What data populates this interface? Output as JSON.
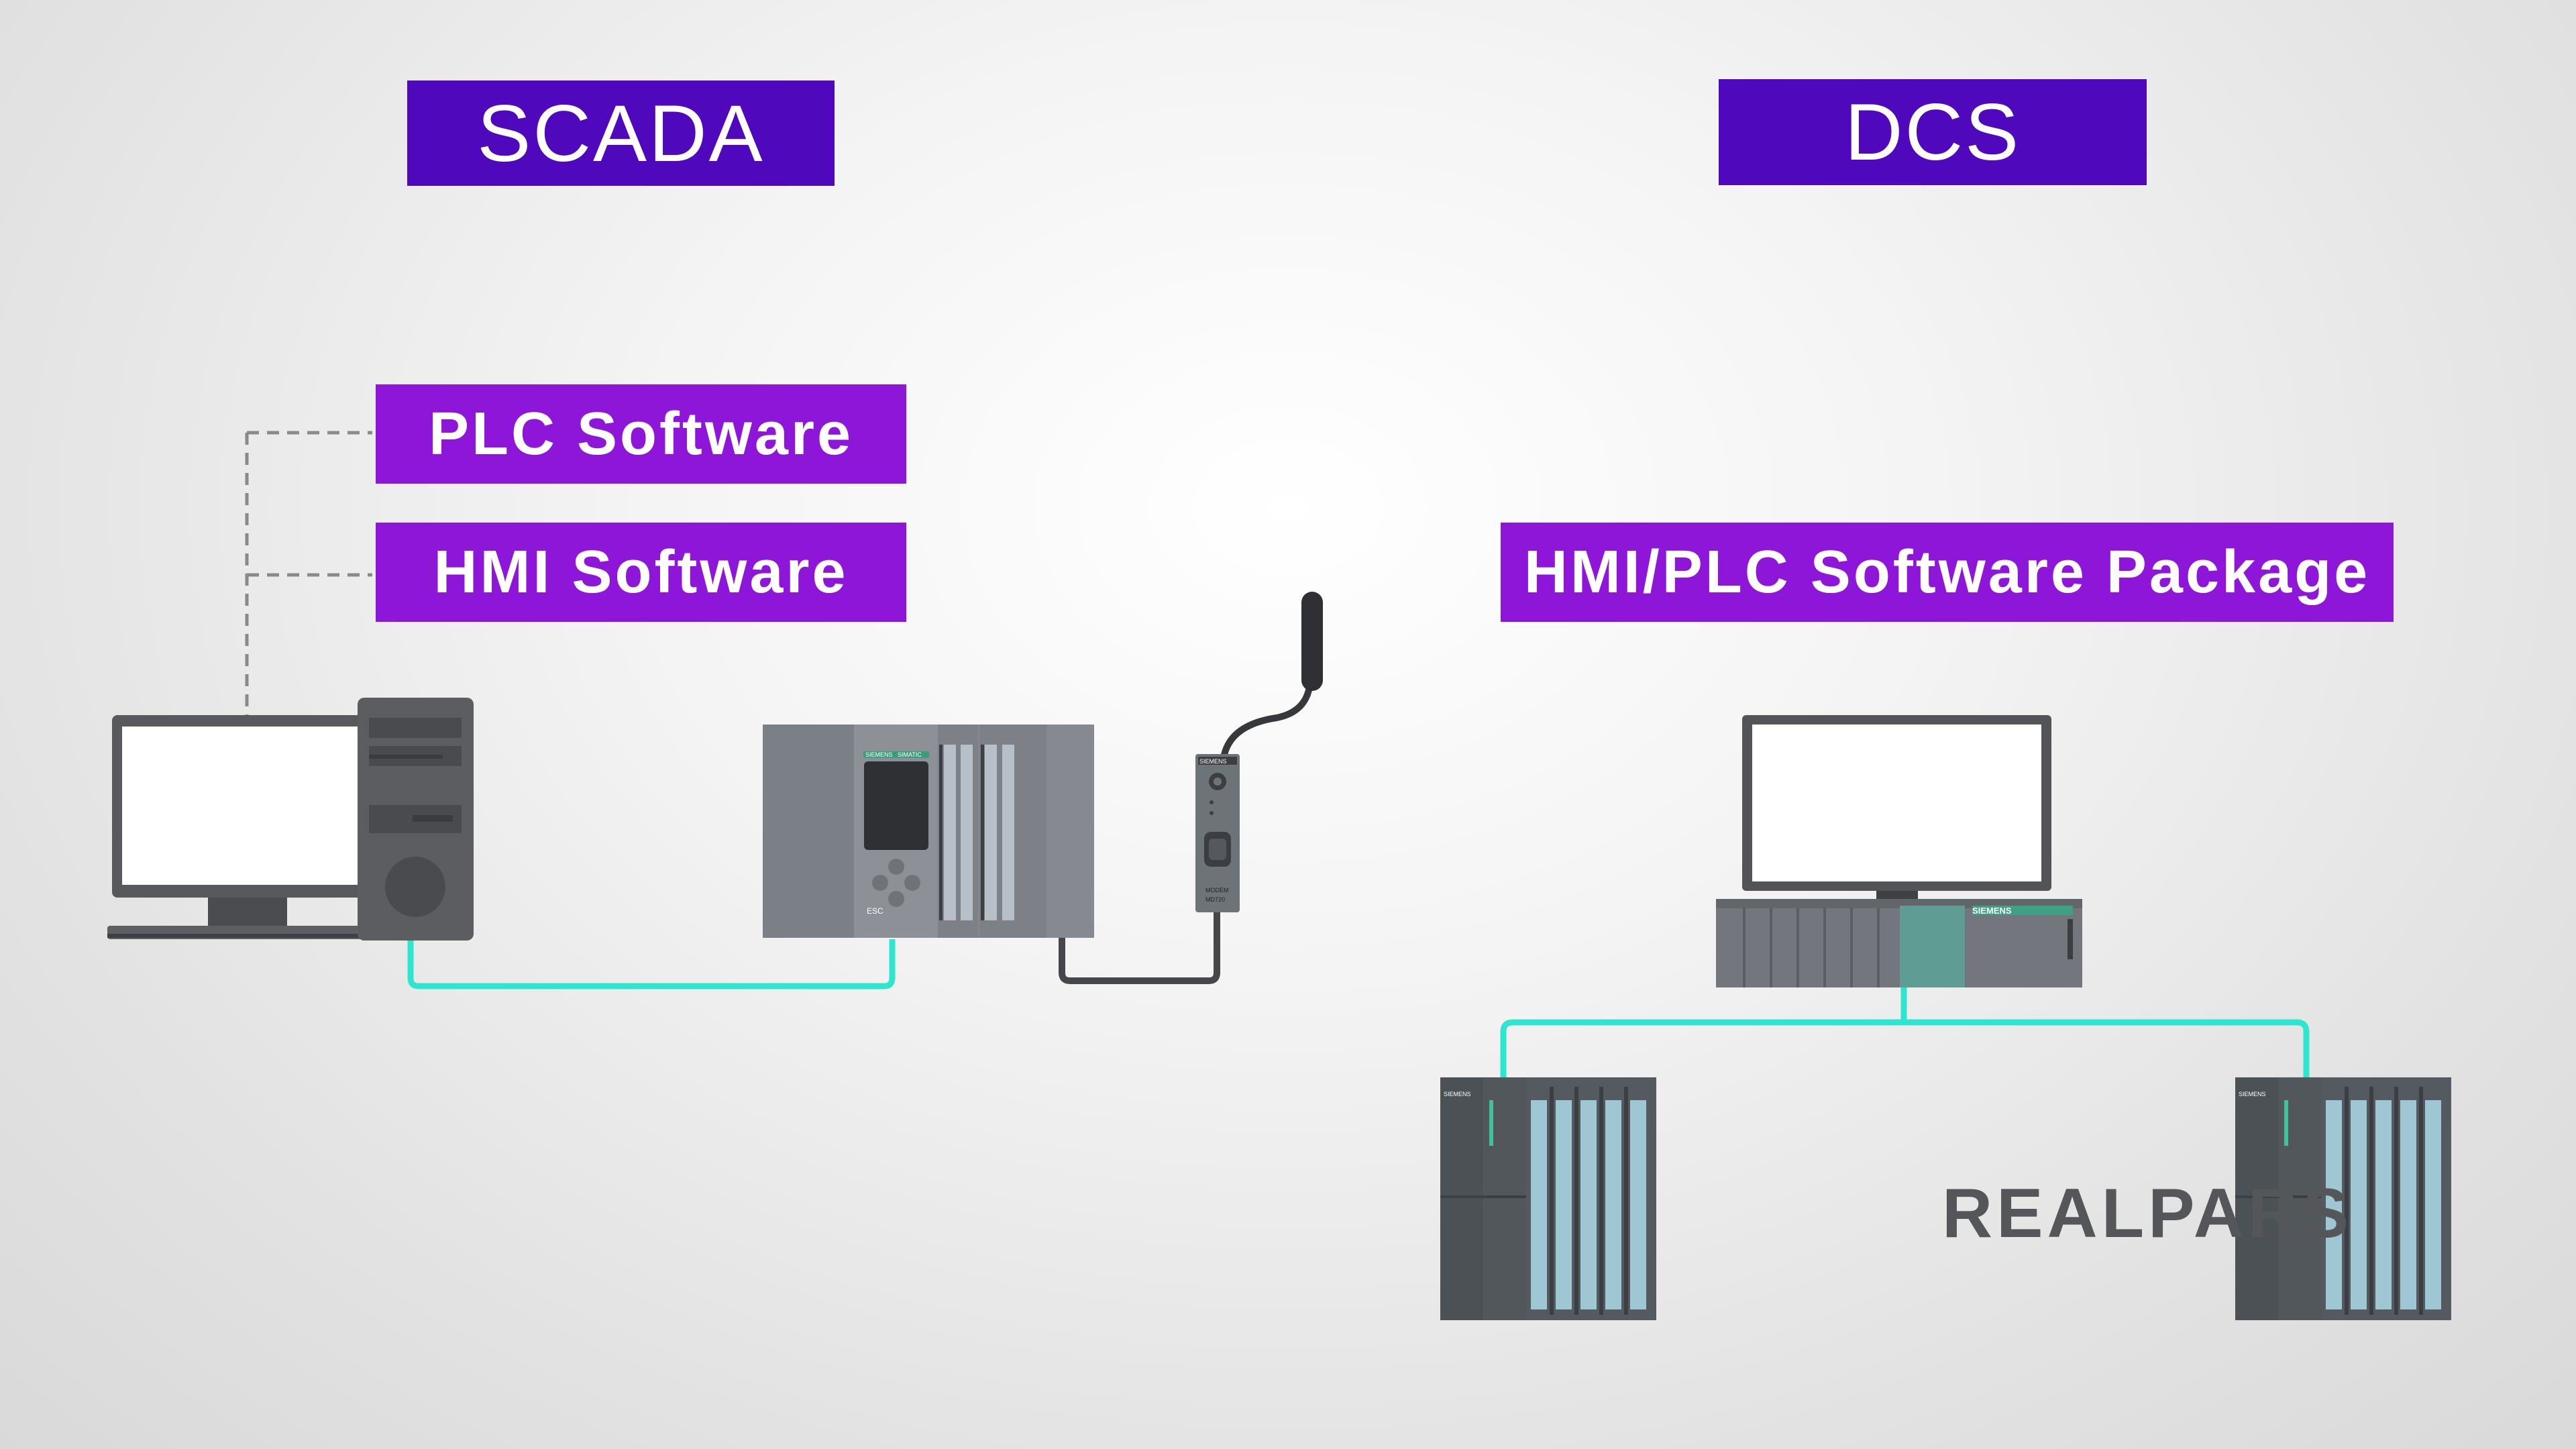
{
  "scada": {
    "title": "SCADA",
    "software_labels": [
      "PLC Software",
      "HMI Software"
    ]
  },
  "dcs": {
    "title": "DCS",
    "software_label": "HMI/PLC Software Package"
  },
  "device_brand": "SIEMENS",
  "plc_product_text": "SIMATIC",
  "plc_key_label": "ESC",
  "modem_text": [
    "MODEM",
    "MD720"
  ],
  "logo": "REALPARS",
  "colors": {
    "title_bg": "#4f08bb",
    "label_bg": "#8d16d8",
    "network_line": "#2ee6cf",
    "device_gray": "#717479",
    "cable_dark": "#46474a"
  }
}
